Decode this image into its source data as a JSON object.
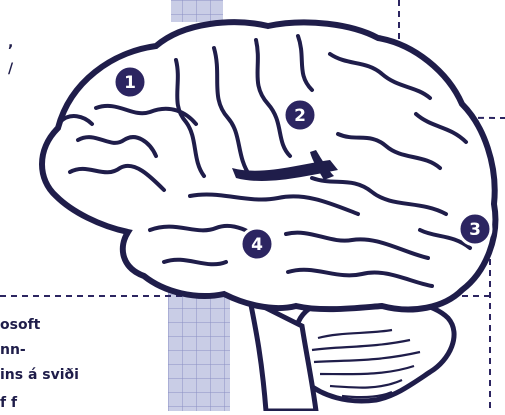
{
  "colors": {
    "brain_fill": "#ffffff",
    "brain_outline": "#1f1d4a",
    "marker_fill": "#2c2561",
    "marker_text": "#ffffff",
    "dashed_line": "#2c2561",
    "panel_fill": "#c9cde6",
    "panel_grid": "#8a90c4",
    "text": "#1f1d4a"
  },
  "markers": [
    {
      "label": "1"
    },
    {
      "label": "2"
    },
    {
      "label": "3"
    },
    {
      "label": "4"
    }
  ],
  "text_fragments": {
    "top_a": ",",
    "top_b": "/",
    "line1": "osoft",
    "line2": "nn-",
    "line3": "ins á sviði",
    "line4": "f f"
  }
}
